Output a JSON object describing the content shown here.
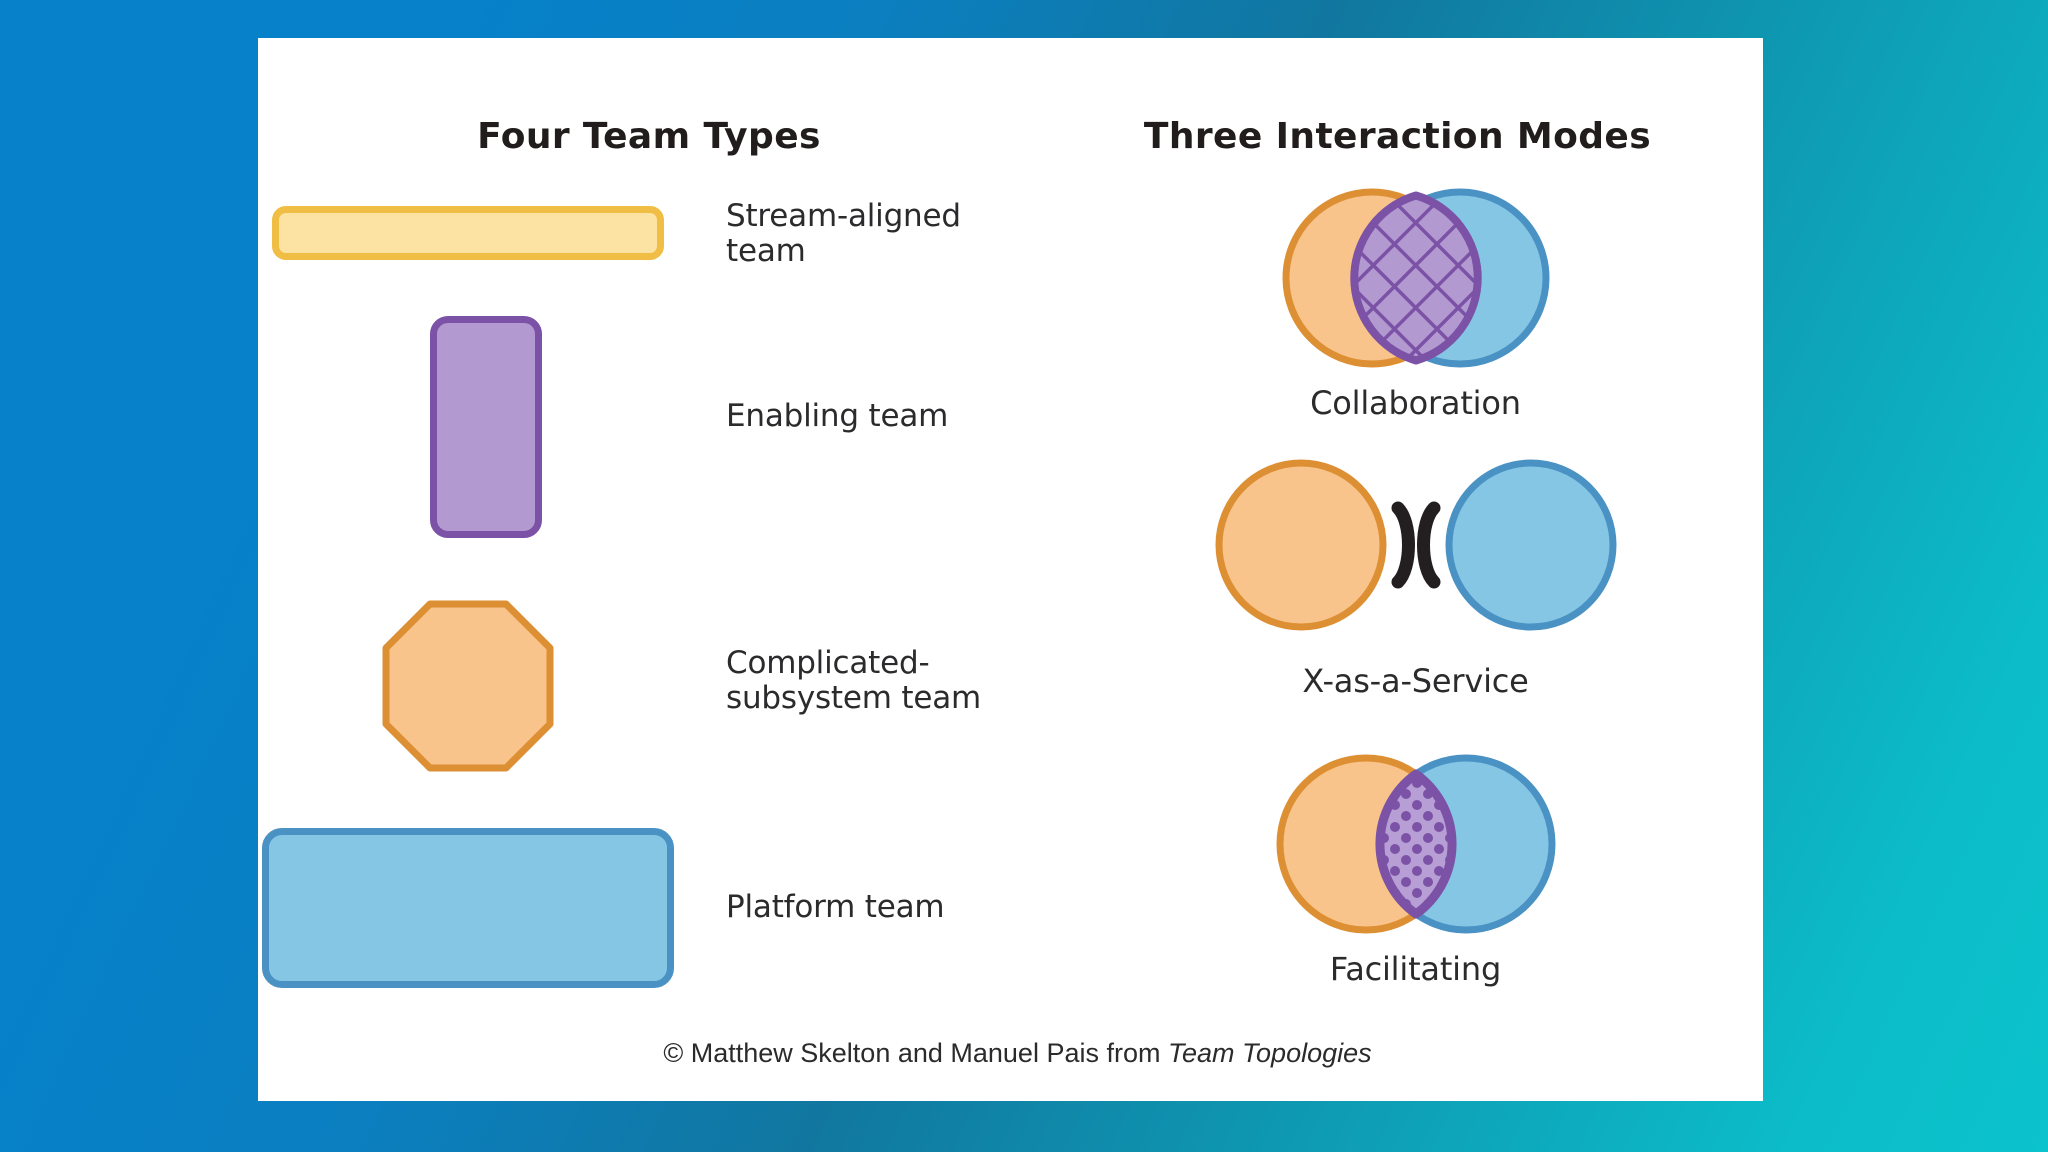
{
  "theme": {
    "background_gradient_from": "#0681CA",
    "background_gradient_mid": "#11779F",
    "background_gradient_to": "#0CBCC9",
    "card_background": "#FFFFFF",
    "text_color": "#2B2B2D",
    "yellow_fill": "#FCE3A4",
    "yellow_border": "#F0BD45",
    "purple_fill": "#B29AD1",
    "purple_border": "#7B52A6",
    "orange_fill": "#F9C38C",
    "orange_border": "#DD8F33",
    "blue_fill": "#86C6E5",
    "blue_border": "#4A92C4"
  },
  "left_column": {
    "title": "Four Team Types",
    "teams": [
      {
        "id": "stream-aligned",
        "label": "Stream-aligned\nteam",
        "label_line1": "Stream-aligned",
        "label_line2": "team",
        "shape": "wide-rounded-bar",
        "fill": "#FCE3A4",
        "border": "#F0BD45"
      },
      {
        "id": "enabling",
        "label": "Enabling team",
        "label_line1": "Enabling team",
        "label_line2": "",
        "shape": "tall-rounded-rectangle",
        "fill": "#B29AD1",
        "border": "#7B52A6"
      },
      {
        "id": "complicated-subsystem",
        "label": "Complicated-\nsubsystem team",
        "label_line1": "Complicated-",
        "label_line2": "subsystem team",
        "shape": "octagon",
        "fill": "#F9C38C",
        "border": "#DD8F33"
      },
      {
        "id": "platform",
        "label": "Platform team",
        "label_line1": "Platform team",
        "label_line2": "",
        "shape": "large-rounded-rectangle",
        "fill": "#86C6E5",
        "border": "#4A92C4"
      }
    ]
  },
  "right_column": {
    "title": "Three Interaction Modes",
    "modes": [
      {
        "id": "collaboration",
        "label": "Collaboration",
        "diagram": "two-overlapping-circles-crosshatch-lens",
        "overlap": "large",
        "lens_pattern": "crosshatch-diagonal-grid",
        "lens_fill": "#B29AD1",
        "lens_border": "#7B52A6"
      },
      {
        "id": "x-as-a-service",
        "label": "X-as-a-Service",
        "diagram": "two-separate-circles-with-bracket-connector",
        "overlap": "none",
        "connector_glyph": ")(",
        "connector_color": "#231F20"
      },
      {
        "id": "facilitating",
        "label": "Facilitating",
        "diagram": "two-overlapping-circles-dotted-lens",
        "overlap": "small",
        "lens_pattern": "polka-dots",
        "lens_fill": "#B29AD1",
        "lens_border": "#7B52A6"
      }
    ],
    "circle_left_fill": "#F9C38C",
    "circle_left_border": "#DD8F33",
    "circle_right_fill": "#86C6E5",
    "circle_right_border": "#4A92C4"
  },
  "footer": {
    "prefix": "© Matthew Skelton and Manuel Pais from ",
    "book": "Team Topologies",
    "full": "© Matthew Skelton and Manuel Pais from Team Topologies"
  }
}
